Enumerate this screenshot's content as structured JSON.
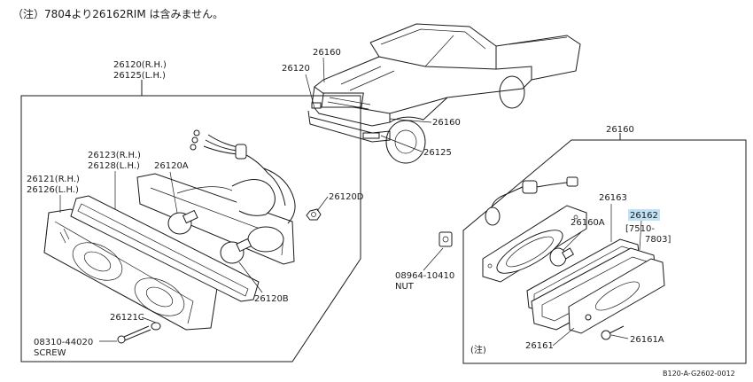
{
  "note": "（注）7804より26162RIM は含みません。",
  "labels": {
    "car_26160": "26160",
    "car_26120": "26120",
    "car_26160b": "26160",
    "car_26125": "26125",
    "left_head_rh": "26120(R.H.)",
    "left_head_lh": "26125(L.H.)",
    "p26123": "26123(R.H.)",
    "p26128": "26128(L.H.)",
    "p26121": "26121(R.H.)",
    "p26126": "26126(L.H.)",
    "p26120A": "26120A",
    "p26120D": "26120D",
    "p26120B": "26120B",
    "p26121C": "26121C",
    "screw_no": "08310-44020",
    "screw_name": "SCREW",
    "nut_no": "08964-10410",
    "nut_name": "NUT",
    "right_head": "26160",
    "p26163": "26163",
    "p26160A": "26160A",
    "p26162": "26162",
    "p26162_range1": "[7510-",
    "p26162_range2": "7803]",
    "p26161": "26161",
    "p26161A": "26161A",
    "note_mark": "(注)",
    "footer": "B120-A-G2602-0012"
  },
  "colors": {
    "line": "#1a1a1a",
    "highlight": "#bfe0f5",
    "background": "#ffffff"
  }
}
